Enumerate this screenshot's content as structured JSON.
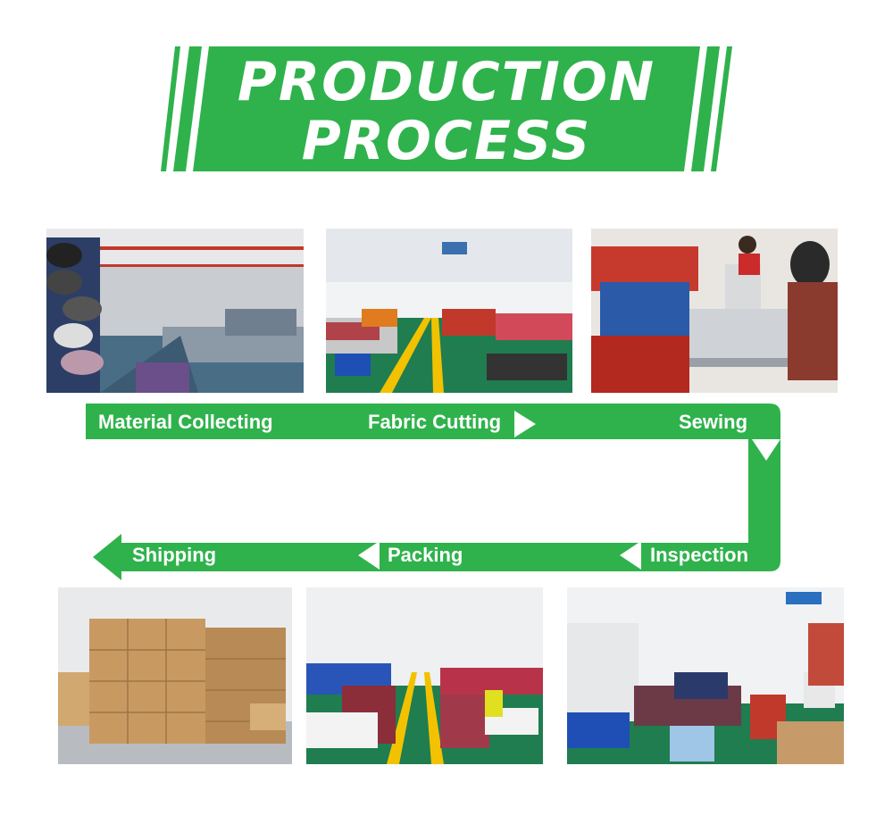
{
  "title": {
    "line1": "PRODUCTION",
    "line2": "PROCESS"
  },
  "colors": {
    "green": "#2fb24c",
    "white": "#ffffff"
  },
  "steps": [
    {
      "label": "Material Collecting",
      "photo": "warehouse-fabric-rolls"
    },
    {
      "label": "Fabric Cutting",
      "photo": "cutting-workshop"
    },
    {
      "label": "Sewing",
      "photo": "sewing-machine-worker"
    },
    {
      "label": "Inspection",
      "photo": "inspection-workshop"
    },
    {
      "label": "Packing",
      "photo": "packing-workshop"
    },
    {
      "label": "Shipping",
      "photo": "cardboard-boxes-warehouse"
    }
  ]
}
